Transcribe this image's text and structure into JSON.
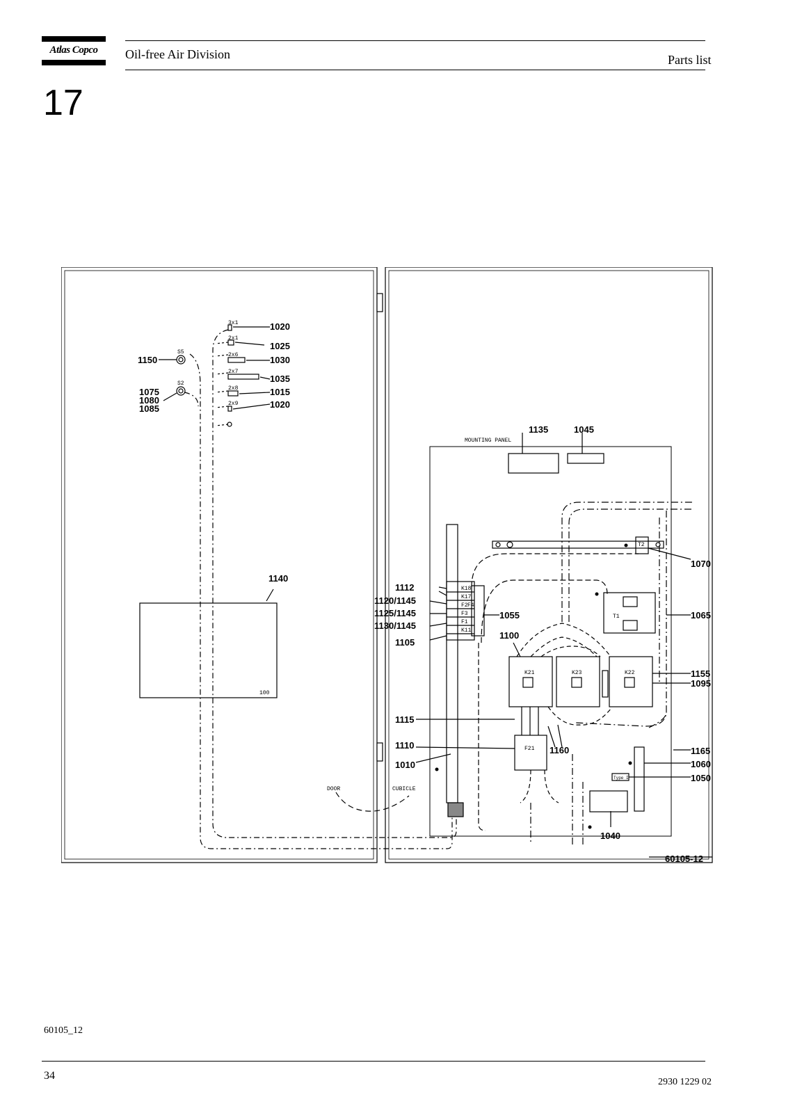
{
  "header": {
    "brand": "Atlas Copco",
    "division": "Oil-free Air Division",
    "doc_type": "Parts list",
    "section_number": "17"
  },
  "figure": {
    "drawing_number": "60105-12",
    "door_callouts": {
      "c1020a": "1020",
      "c1025": "1025",
      "c1030": "1030",
      "c1035": "1035",
      "c1015": "1015",
      "c1020b": "1020",
      "c1150": "1150",
      "c1075": "1075",
      "c1080": "1080",
      "c1085": "1085",
      "c1140": "1140"
    },
    "door_small": {
      "q1": "3x1",
      "q2": "2x1",
      "q3": "2x6",
      "q4": "2x7",
      "q5": "2x8",
      "q6": "2x9",
      "s5": "S5",
      "s2": "S2",
      "box": "100",
      "door": "DOOR",
      "cubicle": "CUBICLE"
    },
    "panel_callouts": {
      "c1135": "1135",
      "c1045": "1045",
      "c1070": "1070",
      "c1112": "1112",
      "c1120": "1120/1145",
      "c1125": "1125/1145",
      "c1130": "1130/1145",
      "c1055": "1055",
      "c1065": "1065",
      "c1105": "1105",
      "c1100": "1100",
      "c1155": "1155",
      "c1095": "1095",
      "c1115": "1115",
      "c1110": "1110",
      "c1160": "1160",
      "c1010": "1010",
      "c1165": "1165",
      "c1060": "1060",
      "c1050": "1050",
      "c1040": "1040"
    },
    "panel_small": {
      "mounting_panel": "MOUNTING PANEL",
      "k18": "K18",
      "k17": "K17",
      "f2": "F2",
      "f4": "F4",
      "f3": "F3",
      "f1": "F1",
      "k11": "K11",
      "t1": "T1",
      "t2": "T2",
      "k21": "K21",
      "k23": "K23",
      "k22": "K22",
      "f21": "F21",
      "type": "Type I"
    }
  },
  "footer": {
    "figure_ref": "60105_12",
    "page_number": "34",
    "document_number": "2930 1229 02"
  }
}
